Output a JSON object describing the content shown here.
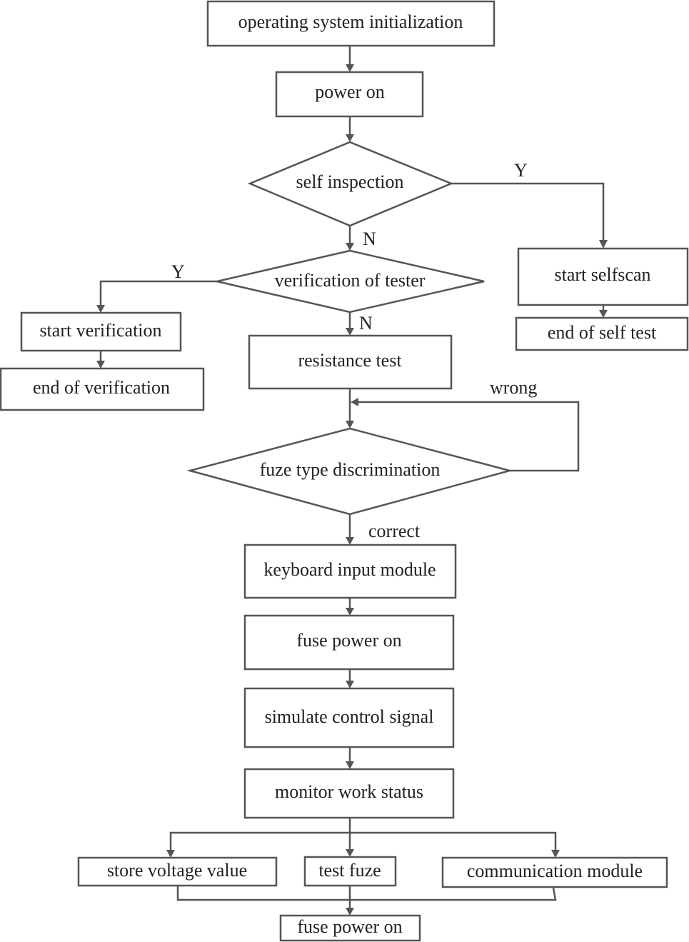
{
  "nodes": {
    "os_init": "operating system initialization",
    "power_on": "power on",
    "self_inspection": "self inspection",
    "start_selfscan": "start selfscan",
    "end_self_test": "end of self test",
    "verification_of_tester": "verification of tester",
    "start_verification": "start verification",
    "end_verification": "end of verification",
    "resistance_test": "resistance test",
    "fuze_type": "fuze type discrimination",
    "keyboard_input": "keyboard input module",
    "fuse_power_on_1": "fuse power on",
    "simulate_control": "simulate control signal",
    "monitor_work": "monitor work status",
    "store_voltage": "store voltage value",
    "test_fuze": "test fuze",
    "communication": "communication module",
    "fuse_power_on_2": "fuse power on"
  },
  "edge_labels": {
    "self_inspection_yes": "Y",
    "self_inspection_no": "N",
    "verification_yes": "Y",
    "verification_no": "N",
    "fuze_wrong": "wrong",
    "fuze_correct": "correct"
  },
  "colors": {
    "stroke": "#555555",
    "text": "#222222",
    "background": "#ffffff"
  }
}
